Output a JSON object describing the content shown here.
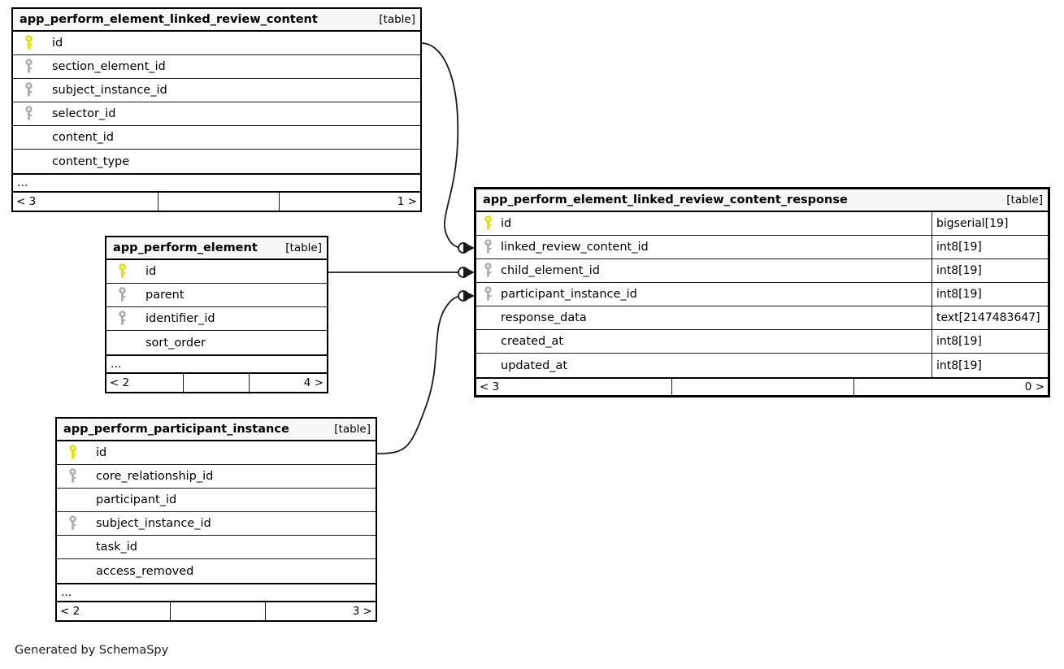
{
  "diagram": {
    "generator_note": "Generated by SchemaSpy",
    "kind_label": "[table]",
    "ellipsis": "...",
    "colors": {
      "primary_key": "#e3e300",
      "foreign_key": "#b0b0b0",
      "border": "#000000",
      "header_fill": "#f7f7f7",
      "background": "#ffffff"
    }
  },
  "tables": [
    {
      "id": "app_perform_element_linked_review_content",
      "name": "app_perform_element_linked_review_content",
      "kind": "[table]",
      "columns": [
        {
          "name": "id",
          "key": "primary",
          "type": ""
        },
        {
          "name": "section_element_id",
          "key": "foreign",
          "type": ""
        },
        {
          "name": "subject_instance_id",
          "key": "foreign",
          "type": ""
        },
        {
          "name": "selector_id",
          "key": "foreign",
          "type": ""
        },
        {
          "name": "content_id",
          "key": "none",
          "type": ""
        },
        {
          "name": "content_type",
          "key": "none",
          "type": ""
        }
      ],
      "has_ellipsis": true,
      "footer": {
        "left": "< 3",
        "mid": "",
        "right": "1 >"
      }
    },
    {
      "id": "app_perform_element",
      "name": "app_perform_element",
      "kind": "[table]",
      "columns": [
        {
          "name": "id",
          "key": "primary",
          "type": ""
        },
        {
          "name": "parent",
          "key": "foreign",
          "type": ""
        },
        {
          "name": "identifier_id",
          "key": "foreign",
          "type": ""
        },
        {
          "name": "sort_order",
          "key": "none",
          "type": ""
        }
      ],
      "has_ellipsis": true,
      "footer": {
        "left": "< 2",
        "mid": "",
        "right": "4 >"
      }
    },
    {
      "id": "app_perform_participant_instance",
      "name": "app_perform_participant_instance",
      "kind": "[table]",
      "columns": [
        {
          "name": "id",
          "key": "primary",
          "type": ""
        },
        {
          "name": "core_relationship_id",
          "key": "foreign",
          "type": ""
        },
        {
          "name": "participant_id",
          "key": "none",
          "type": ""
        },
        {
          "name": "subject_instance_id",
          "key": "foreign",
          "type": ""
        },
        {
          "name": "task_id",
          "key": "none",
          "type": ""
        },
        {
          "name": "access_removed",
          "key": "none",
          "type": ""
        }
      ],
      "has_ellipsis": true,
      "footer": {
        "left": "< 2",
        "mid": "",
        "right": "3 >"
      }
    },
    {
      "id": "app_perform_element_linked_review_content_response",
      "name": "app_perform_element_linked_review_content_response",
      "kind": "[table]",
      "columns": [
        {
          "name": "id",
          "key": "primary",
          "type": "bigserial[19]"
        },
        {
          "name": "linked_review_content_id",
          "key": "foreign",
          "type": "int8[19]"
        },
        {
          "name": "child_element_id",
          "key": "foreign",
          "type": "int8[19]"
        },
        {
          "name": "participant_instance_id",
          "key": "foreign",
          "type": "int8[19]"
        },
        {
          "name": "response_data",
          "key": "none",
          "type": "text[2147483647]"
        },
        {
          "name": "created_at",
          "key": "none",
          "type": "int8[19]"
        },
        {
          "name": "updated_at",
          "key": "none",
          "type": "int8[19]"
        }
      ],
      "has_ellipsis": false,
      "footer": {
        "left": "< 3",
        "mid": "",
        "right": "0 >"
      }
    }
  ],
  "relationships": [
    {
      "name": "linked-review-content-to-response",
      "from_table": "app_perform_element_linked_review_content",
      "from_column": "id",
      "to_table": "app_perform_element_linked_review_content_response",
      "to_column": "linked_review_content_id",
      "cardinality": "zero-or-many"
    },
    {
      "name": "element-to-response",
      "from_table": "app_perform_element",
      "from_column": "id",
      "to_table": "app_perform_element_linked_review_content_response",
      "to_column": "child_element_id",
      "cardinality": "zero-or-many"
    },
    {
      "name": "participant-instance-to-response",
      "from_table": "app_perform_participant_instance",
      "from_column": "id",
      "to_table": "app_perform_element_linked_review_content_response",
      "to_column": "participant_instance_id",
      "cardinality": "zero-or-many"
    }
  ]
}
